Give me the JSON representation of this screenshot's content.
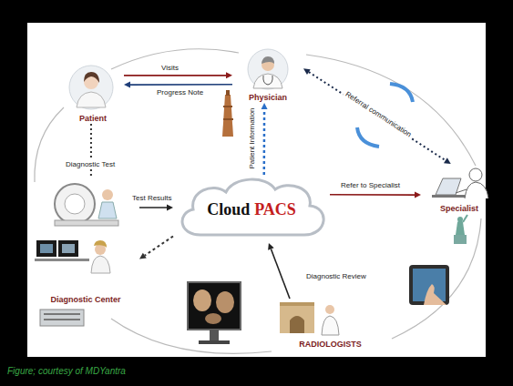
{
  "diagram": {
    "caption": "Figure; courtesy of MDYantra",
    "nodes": [
      {
        "text": [
          "Patient"
        ]
      },
      {
        "text": [
          "Physician"
        ]
      },
      {
        "text": [
          "Specialist"
        ]
      },
      {
        "text": [
          "Cloud",
          "PACS"
        ]
      },
      {
        "text": [
          "Diagnostic Center"
        ]
      },
      {
        "text": [
          "RADIOLOGISTS"
        ]
      }
    ],
    "edges": [
      {
        "from": 0,
        "to": 1,
        "arrow": "to",
        "label": "Visits"
      },
      {
        "from": 1,
        "to": 0,
        "arrow": "to",
        "label": "Progress Note"
      },
      {
        "from": 1,
        "to": 2,
        "arrow": "both",
        "label": "Referral communication"
      },
      {
        "from": 0,
        "to": 4,
        "arrow": "none",
        "label": "Diagnostic Test"
      },
      {
        "from": 4,
        "to": 3,
        "arrow": "to",
        "label": "Test Results"
      },
      {
        "from": 3,
        "to": 1,
        "arrow": "to",
        "label": "Patient Information"
      },
      {
        "from": 3,
        "to": 2,
        "arrow": "to",
        "label": "Refer to Specialist"
      },
      {
        "from": 3,
        "to": 4,
        "arrow": "to"
      },
      {
        "from": 5,
        "to": 3,
        "arrow": "to",
        "label": "Diagnostic Review"
      }
    ]
  }
}
